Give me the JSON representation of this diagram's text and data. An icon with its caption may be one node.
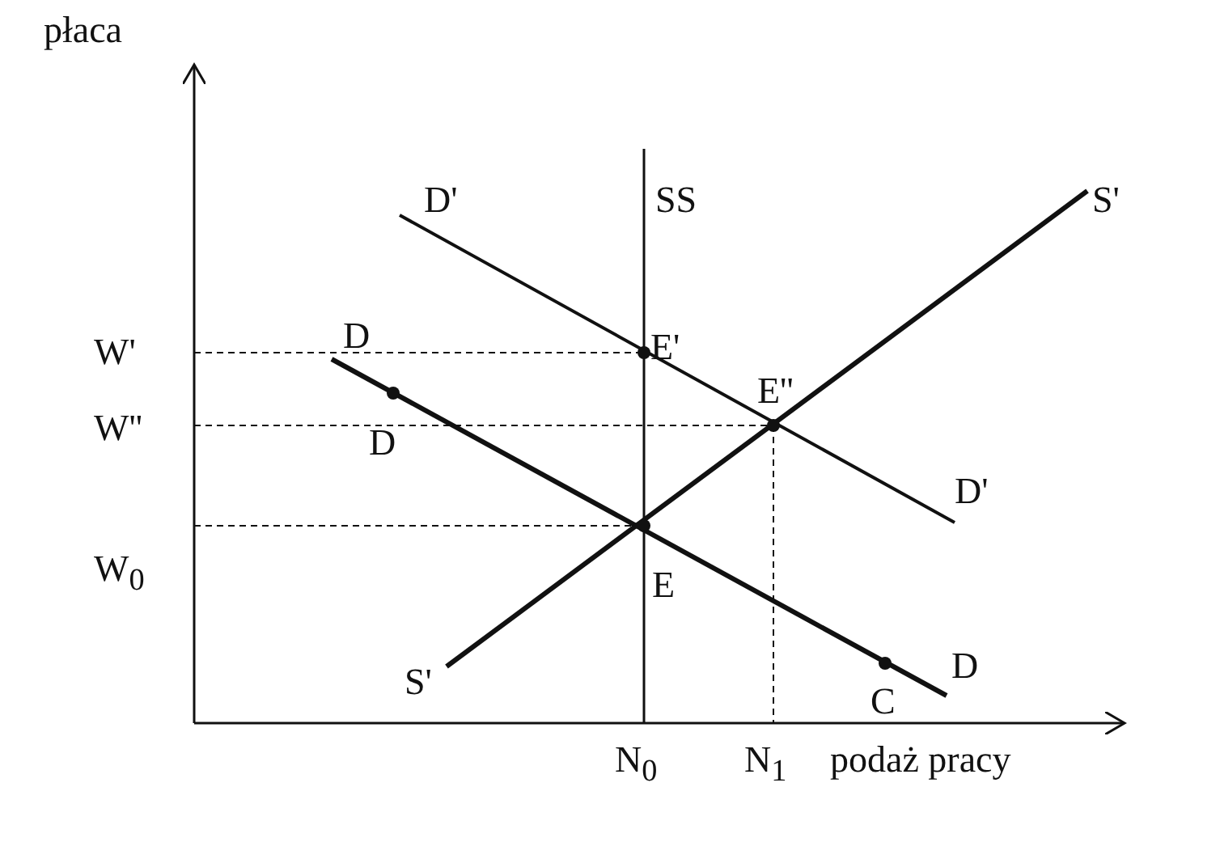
{
  "diagram": {
    "labels": [
      "płaca",
      "D'",
      "SS",
      "S'",
      "W'",
      "D",
      "E'",
      "W''",
      "E''",
      "D",
      "D'",
      "W$_{0}$",
      "E",
      "S'",
      "C",
      "D",
      "N$_{0}$",
      "N$_{1}$",
      "podaż pracy"
    ]
  }
}
